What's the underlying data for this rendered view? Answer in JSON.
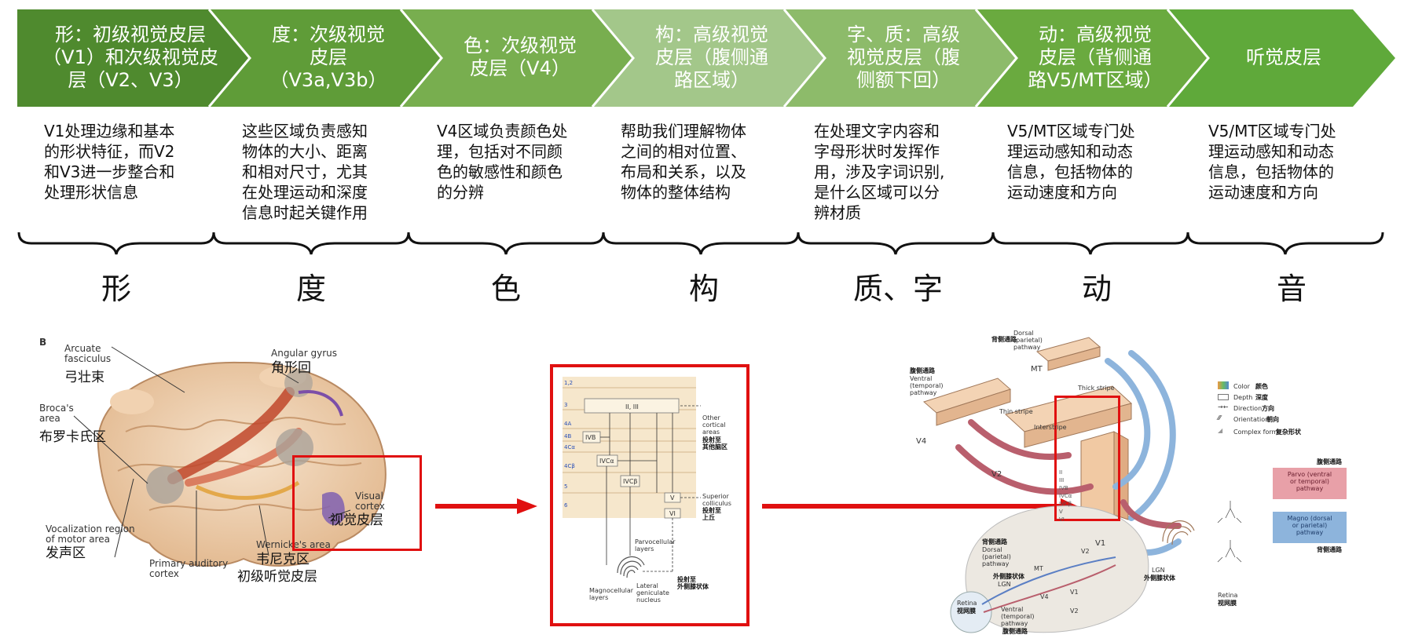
{
  "stages": [
    {
      "header": "形：初级视觉皮层（V1）和次级视觉皮层（V2、V3）",
      "desc": "V1处理边缘和基本\n的形状特征，而V2\n和V3进一步整合和\n处理形状信息",
      "char": "形",
      "color": "#4f8a2e"
    },
    {
      "header": "度：次级视觉皮层（V3a,V3b）",
      "desc": "这些区域负责感知\n物体的大小、距离\n和相对尺寸，尤其\n在处理运动和深度\n信息时起关键作用",
      "char": "度",
      "color": "#5f9c38"
    },
    {
      "header": "色：次级视觉皮层（V4）",
      "desc": "V4区域负责颜色处\n理，包括对不同颜\n色的敏感性和颜色\n的分辨",
      "char": "色",
      "color": "#78ae4f"
    },
    {
      "header": "构：高级视觉皮层（腹侧通路区域）",
      "desc": "帮助我们理解物体\n之间的相对位置、\n布局和关系，以及\n物体的整体结构",
      "char": "构",
      "color": "#a3c78a"
    },
    {
      "header": "字、质：高级视觉皮层（腹侧额下回）",
      "desc": "在处理文字内容和\n字母形状时发挥作\n用，涉及字词识别,\n是什么区域可以分\n辨材质",
      "char": "质、字",
      "color": "#8dbb6a"
    },
    {
      "header": "动：高级视觉皮层（背侧通路V5/MT区域）",
      "desc": "V5/MT区域专门处\n理运动感知和动态\n信息，包括物体的\n运动速度和方向",
      "char": "动",
      "color": "#6aaa3f"
    },
    {
      "header": "听觉皮层",
      "desc": "V5/MT区域专门处\n理运动感知和动态\n信息，包括物体的\n运动速度和方向",
      "char": "音",
      "color": "#5fa93a"
    }
  ],
  "header_lines": [
    [
      "形：初级视觉皮层",
      "（V1）和次级视觉皮",
      "层（V2、V3）"
    ],
    [
      "度：次级视觉",
      "皮层",
      "（V3a,V3b）"
    ],
    [
      "色：次级视觉",
      "皮层（V4）"
    ],
    [
      "构：高级视觉",
      "皮层（腹侧通",
      "路区域）"
    ],
    [
      "字、质：高级",
      "视觉皮层（腹",
      "侧额下回）"
    ],
    [
      "动：高级视觉",
      "皮层（背侧通",
      "路V5/MT区域）"
    ],
    [
      "听觉皮层"
    ]
  ],
  "brain_figure": {
    "panel_letter": "B",
    "arcuate_en": "Arcuate\nfasciculus",
    "arcuate_cn": "弓壮束",
    "angular_en": "Angular gyrus",
    "angular_cn": "角形回",
    "broca_en": "Broca's\narea",
    "broca_cn": "布罗卡氏区",
    "vocal_en": "Vocalization region\nof motor area",
    "vocal_cn": "发声区",
    "auditory_en": "Primary auditory\ncortex",
    "auditory_cn": "初级听觉皮层",
    "wernicke_en": "Wernicke's area",
    "wernicke_cn": "韦尼克区",
    "visual_en": "Visual\ncortex",
    "visual_cn": "视觉皮层"
  },
  "layer_figure": {
    "row_labels": [
      "1,2",
      "3",
      "4A",
      "4B",
      "4Cα",
      "4Cβ",
      "5",
      "6"
    ],
    "box_II_III": "II, III",
    "box_IVB": "IVB",
    "box_IVCa": "IVCα",
    "box_IVCb": "IVCβ",
    "box_V": "V",
    "box_VI": "VI",
    "other_en": "Other\ncortical\nareas",
    "other_cn": "投射至\n其他脑区",
    "sup_en": "Superior\ncolliculus",
    "sup_cn": "投射至\n上丘",
    "parvo": "Parvocellular\nlayers",
    "magno": "Magnocellular\nlayers",
    "lgn_en": "Lateral\ngeniculate\nnucleus",
    "lgn_cn": "投射至\n外侧膝状体"
  },
  "pathway_figure": {
    "dorsal_cn": "背侧通路",
    "dorsal_en": "Dorsal\n(parietal)\npathway",
    "mt": "MT",
    "ventral_cn": "腹侧通路",
    "ventral_en": "Ventral\n(temporal)\npathway",
    "v4": "V4",
    "v2": "V2",
    "v1": "V1",
    "thin": "Thin stripe",
    "thick": "Thick stripe",
    "inter": "Interstripe",
    "layers": [
      "II",
      "III",
      "IVB",
      "IVCα",
      "IVCβ",
      "V",
      "VI"
    ],
    "lgn_en": "LGN",
    "lgn_cn": "外侧膝状体",
    "retina_en": "Retina",
    "retina_cn": "视网膜",
    "legend": [
      {
        "en": "Color",
        "cn": "颜色"
      },
      {
        "en": "Depth",
        "cn": "深度"
      },
      {
        "en": "Direction",
        "cn": "方向"
      },
      {
        "en": "Orientation",
        "cn": "朝向"
      },
      {
        "en": "Complex form",
        "cn": "复杂形状"
      }
    ],
    "parvo_cn": "腹侧通路",
    "parvo_box": "Parvo (ventral\nor temporal)\npathway",
    "magno_box": "Magno (dorsal\nor parietal)\npathway",
    "magno_cn": "背侧通路",
    "small_brain": {
      "dorsal_cn": "背侧通路",
      "dorsal_en": "Dorsal\n(parietal)\npathway",
      "lgn_cn": "外侧膝状体",
      "lgn_en": "LGN",
      "mt": "MT",
      "v4": "V4",
      "v2_top": "V2",
      "v1": "V1",
      "v2_bottom": "V2",
      "retina_en": "Retina",
      "retina_cn": "视网膜",
      "ventral_en": "Ventral\n(temporal)\npathway",
      "ventral_cn": "腹侧通路"
    }
  }
}
